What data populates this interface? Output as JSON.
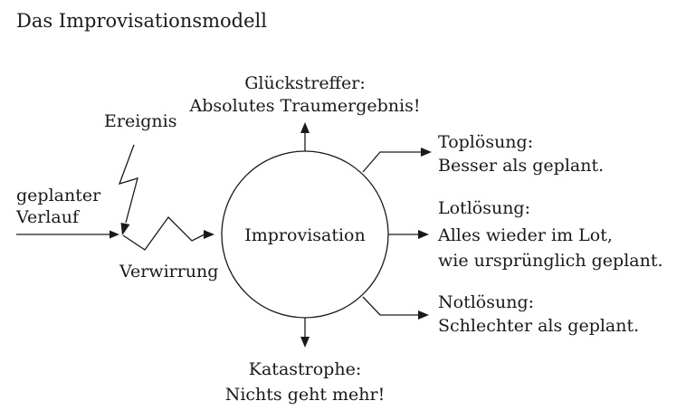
{
  "title": "Das Improvisationsmodell",
  "center": "Improvisation",
  "inputs": {
    "planned_course": [
      "geplanter",
      "Verlauf"
    ],
    "event": "Ereignis",
    "confusion": "Verwirrung"
  },
  "outcomes": {
    "top": [
      "Glückstreffer:",
      "Absolutes Traumergebnis!"
    ],
    "upper_right": [
      "Toplösung:",
      "Besser als geplant."
    ],
    "right": [
      "Lotlösung:",
      "Alles wieder im Lot,",
      "wie ursprünglich geplant."
    ],
    "lower_right": [
      "Notlösung:",
      "Schlechter als geplant."
    ],
    "bottom": [
      "Katastrophe:",
      "Nichts geht mehr!"
    ]
  }
}
